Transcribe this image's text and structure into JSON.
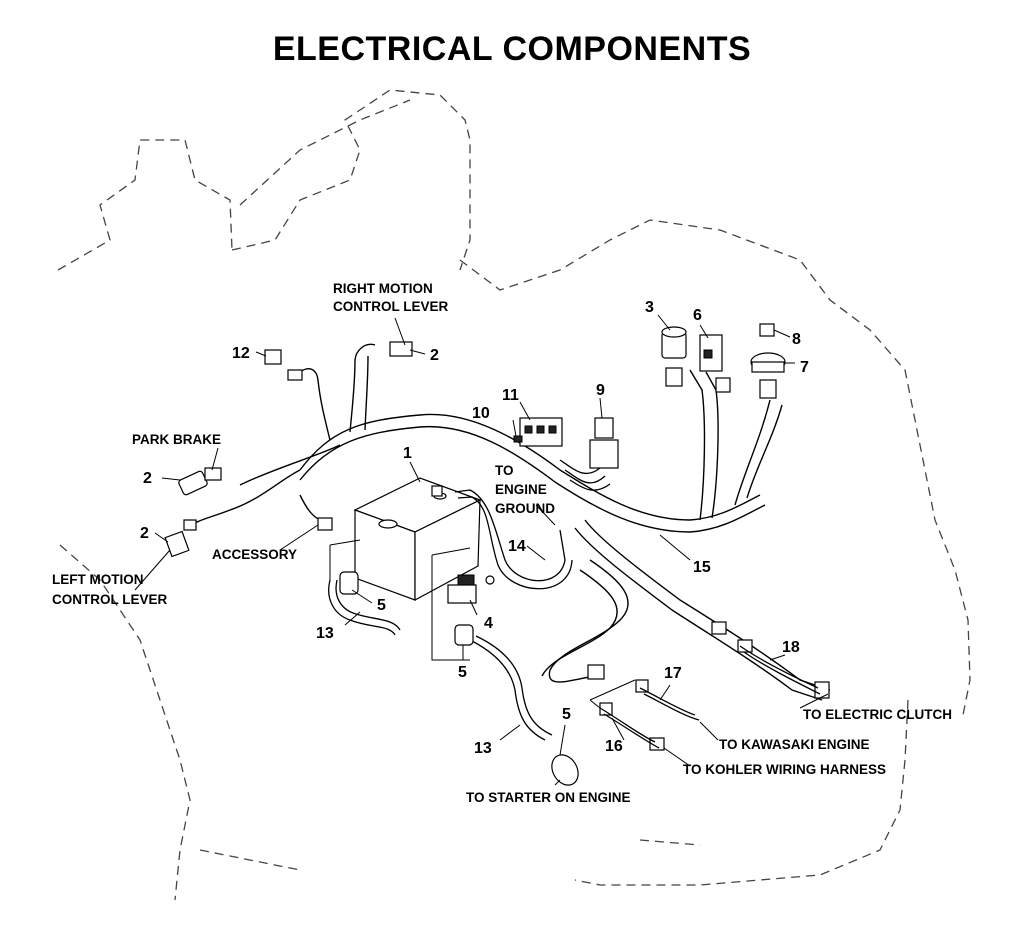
{
  "title": "ELECTRICAL COMPONENTS",
  "callouts": {
    "c1": "1",
    "c2a": "2",
    "c2b": "2",
    "c2c": "2",
    "c3": "3",
    "c4": "4",
    "c5a": "5",
    "c5b": "5",
    "c5c": "5",
    "c6": "6",
    "c7": "7",
    "c8": "8",
    "c9": "9",
    "c10": "10",
    "c11": "11",
    "c12": "12",
    "c13a": "13",
    "c13b": "13",
    "c14": "14",
    "c15": "15",
    "c16": "16",
    "c17": "17",
    "c18": "18"
  },
  "labels": {
    "right_motion_1": "RIGHT MOTION",
    "right_motion_2": "CONTROL LEVER",
    "park_brake": "PARK BRAKE",
    "accessory": "ACCESSORY",
    "left_motion_1": "LEFT MOTION",
    "left_motion_2": "CONTROL LEVER",
    "to_engine_1": "TO",
    "to_engine_2": "ENGINE",
    "to_engine_3": "GROUND",
    "electric_clutch": "TO ELECTRIC CLUTCH",
    "kawasaki": "TO KAWASAKI ENGINE",
    "kohler": "TO KOHLER WIRING HARNESS",
    "starter": "TO STARTER ON ENGINE"
  }
}
